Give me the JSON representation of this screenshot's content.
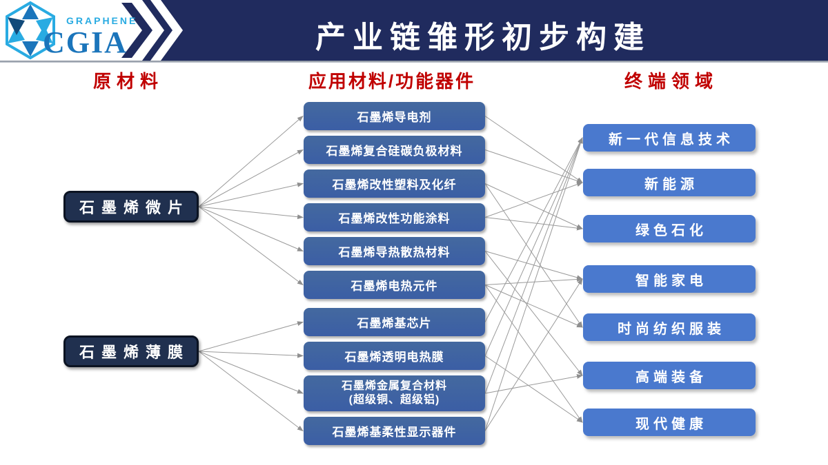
{
  "header": {
    "title": "产业链雏形初步构建",
    "logo": {
      "brand": "CGIA",
      "sub": "GRAPHENE"
    }
  },
  "columns": [
    {
      "id": "raw",
      "label": "原材料"
    },
    {
      "id": "app",
      "label": "应用材料/功能器件"
    },
    {
      "id": "end",
      "label": "终端领域"
    }
  ],
  "raw_materials": [
    {
      "key": "l1",
      "label": "石墨烯微片"
    },
    {
      "key": "l2",
      "label": "石墨烯薄膜"
    }
  ],
  "applications": [
    {
      "key": "m1",
      "label": "石墨烯导电剂"
    },
    {
      "key": "m2",
      "label": "石墨烯复合硅碳负极材料"
    },
    {
      "key": "m3",
      "label": "石墨烯改性塑料及化纤"
    },
    {
      "key": "m4",
      "label": "石墨烯改性功能涂料"
    },
    {
      "key": "m5",
      "label": "石墨烯导热散热材料"
    },
    {
      "key": "m6",
      "label": "石墨烯电热元件"
    },
    {
      "key": "m7",
      "label": "石墨烯基芯片"
    },
    {
      "key": "m8",
      "label": "石墨烯透明电热膜"
    },
    {
      "key": "m9",
      "label": "石墨烯金属复合材料",
      "label2": "(超级铜、超级铝)"
    },
    {
      "key": "m10",
      "label": "石墨烯基柔性显示器件"
    }
  ],
  "end_fields": [
    {
      "key": "r1",
      "label": "新一代信息技术"
    },
    {
      "key": "r2",
      "label": "新能源"
    },
    {
      "key": "r3",
      "label": "绿色石化"
    },
    {
      "key": "r4",
      "label": "智能家电"
    },
    {
      "key": "r5",
      "label": "时尚纺织服装"
    },
    {
      "key": "r6",
      "label": "高端装备"
    },
    {
      "key": "r7",
      "label": "现代健康"
    }
  ],
  "connections": {
    "raw_to_app": [
      [
        "l1",
        "m1"
      ],
      [
        "l1",
        "m2"
      ],
      [
        "l1",
        "m3"
      ],
      [
        "l1",
        "m4"
      ],
      [
        "l1",
        "m5"
      ],
      [
        "l1",
        "m6"
      ],
      [
        "l2",
        "m7"
      ],
      [
        "l2",
        "m8"
      ],
      [
        "l2",
        "m9"
      ],
      [
        "l2",
        "m10"
      ]
    ],
    "app_to_end": [
      [
        "m1",
        "r2"
      ],
      [
        "m2",
        "r2"
      ],
      [
        "m3",
        "r3"
      ],
      [
        "m3",
        "r5"
      ],
      [
        "m4",
        "r2"
      ],
      [
        "m4",
        "r3"
      ],
      [
        "m5",
        "r4"
      ],
      [
        "m5",
        "r6"
      ],
      [
        "m6",
        "r4"
      ],
      [
        "m6",
        "r5"
      ],
      [
        "m6",
        "r7"
      ],
      [
        "m7",
        "r1"
      ],
      [
        "m8",
        "r1"
      ],
      [
        "m8",
        "r7"
      ],
      [
        "m9",
        "r1"
      ],
      [
        "m9",
        "r6"
      ],
      [
        "m10",
        "r1"
      ],
      [
        "m10",
        "r4"
      ]
    ]
  },
  "colors": {
    "header_navy": "#202b5e",
    "heading_red": "#c00000",
    "raw_box": "#20304f",
    "app_box": "#3b5ea5",
    "end_box": "#4a79ce",
    "arrow": "#999999",
    "logo_light_blue": "#29abe2",
    "logo_blue": "#1b75bb"
  }
}
